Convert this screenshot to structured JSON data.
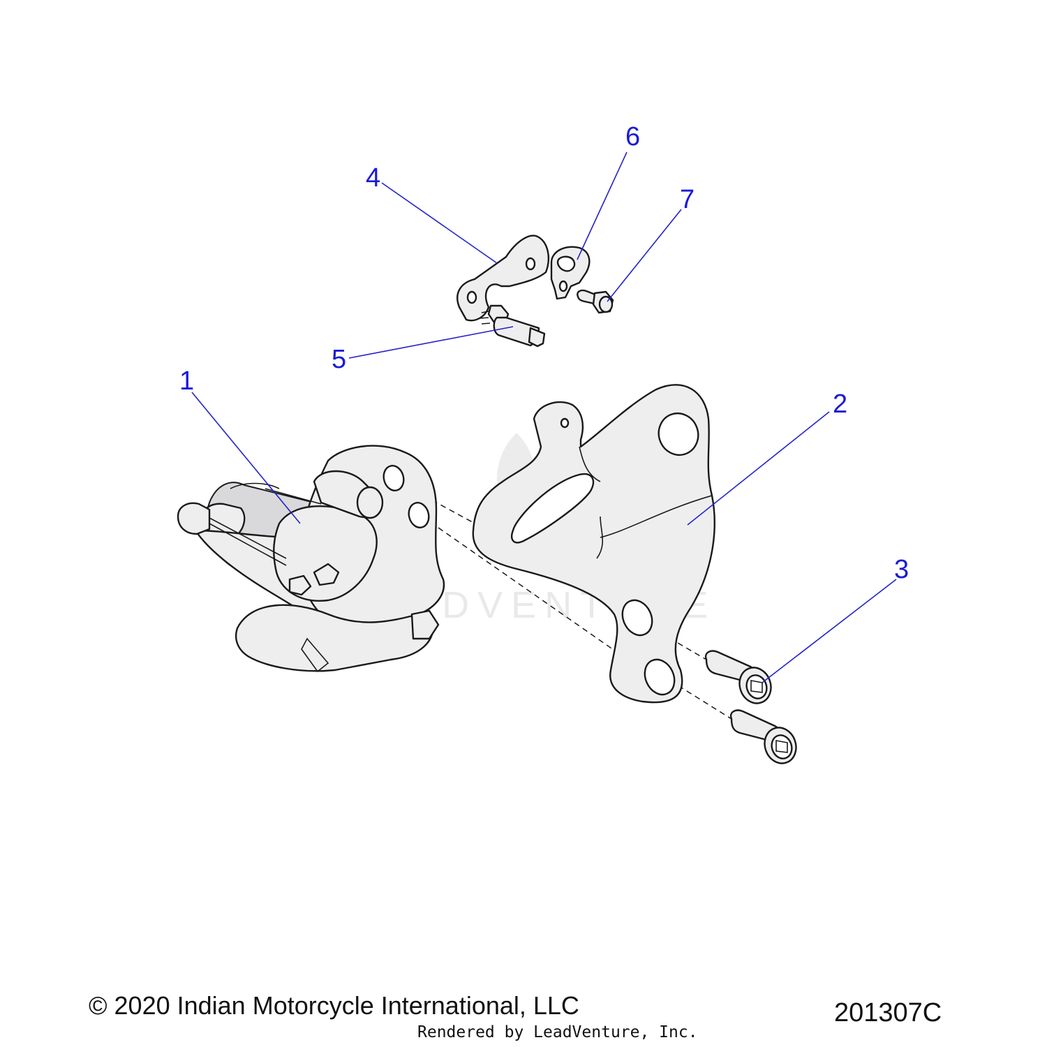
{
  "callouts": [
    {
      "id": "1",
      "label": "1"
    },
    {
      "id": "2",
      "label": "2"
    },
    {
      "id": "3",
      "label": "3"
    },
    {
      "id": "4",
      "label": "4"
    },
    {
      "id": "5",
      "label": "5"
    },
    {
      "id": "6",
      "label": "6"
    },
    {
      "id": "7",
      "label": "7"
    }
  ],
  "watermark": "LEADVENTURE",
  "footer": {
    "copyright": "© 2020 Indian Motorcycle International, LLC",
    "rendered_by": "Rendered by LeadVenture, Inc.",
    "drawing_number": "201307C"
  },
  "colors": {
    "callout": "#1a1ad6",
    "line_art": "#1a1a1a",
    "part_fill": "#eeeeef"
  }
}
